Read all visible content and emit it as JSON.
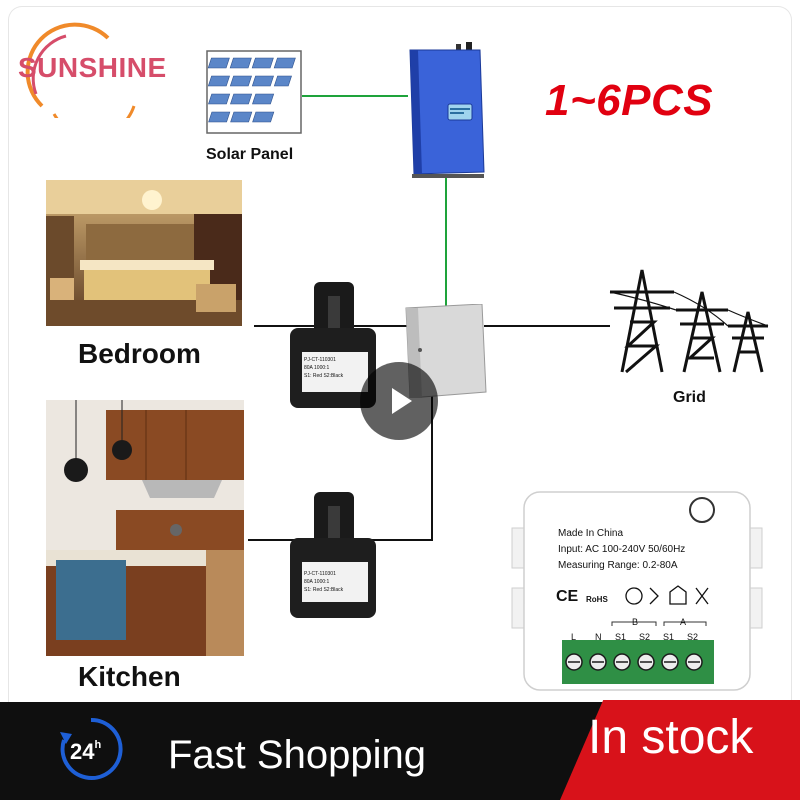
{
  "brand": {
    "name": "SUNSHINE"
  },
  "promo": {
    "quantity": "1~6PCS",
    "bottom_text": "Fast Shopping",
    "stock_text": "In stock",
    "badge_24": "24"
  },
  "diagram": {
    "solar_label": "Solar Panel",
    "bedroom_label": "Bedroom",
    "kitchen_label": "Kitchen",
    "grid_label": "Grid"
  },
  "ct_sensor": {
    "line1": "PJ-CT-110301",
    "line2": "80A 1000:1",
    "line3": "S1: Red  S2:Black"
  },
  "module": {
    "line1": "Made In China",
    "line2": "Input: AC 100-240V 50/60Hz",
    "line3": "Measuring Range: 0.2-80A",
    "cert": "CE",
    "rohs": "RoHS",
    "group_b": "B",
    "group_a": "A",
    "terminals": [
      "L",
      "N",
      "S1",
      "S2",
      "S1",
      "S2"
    ]
  },
  "colors": {
    "accent_red": "#e10010",
    "wire_green": "#1ea33b",
    "inverter_blue": "#3a63d9",
    "bottom_bar": "#0f0f0f",
    "stock_red": "#d8121a"
  },
  "icons": [
    "sunshine-logo-icon",
    "solar-panel-icon",
    "inverter-icon",
    "transmission-tower-icon",
    "play-icon",
    "clock-24h-icon"
  ]
}
